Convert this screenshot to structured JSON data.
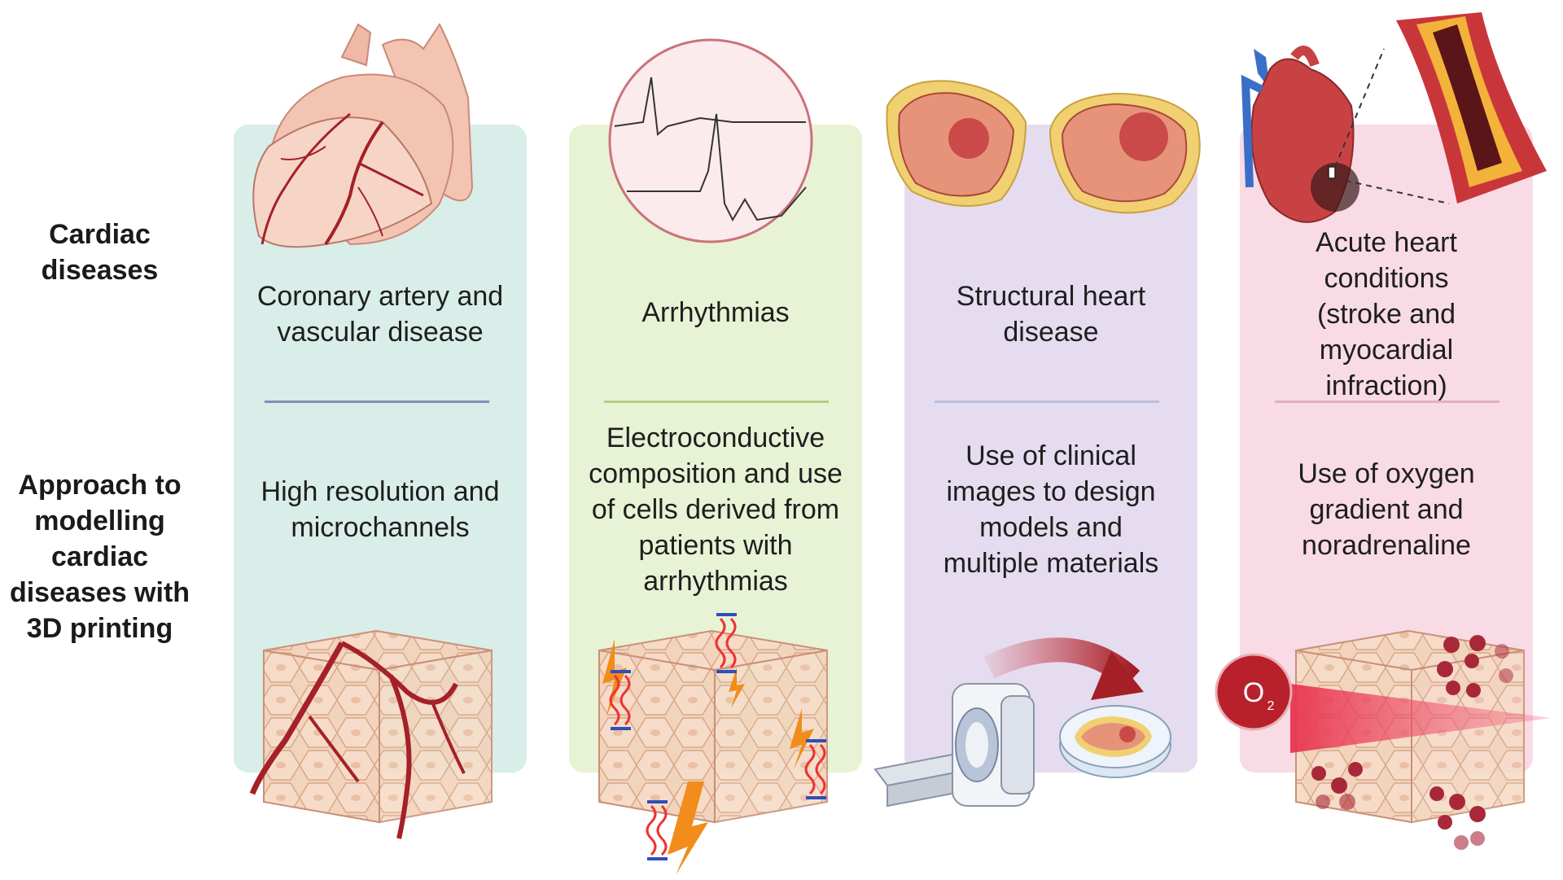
{
  "row_labels": {
    "diseases": "Cardiac diseases",
    "approach": "Approach to modelling cardiac diseases with 3D printing"
  },
  "columns": [
    {
      "disease": "Coronary artery and vascular disease",
      "approach": "High resolution and microchannels",
      "panel_color": "#d9ede9",
      "divider_color": "#8090b8"
    },
    {
      "disease": "Arrhythmias",
      "approach": "Electroconductive composition and use of cells derived from patients with arrhythmias",
      "panel_color": "#e8f2d5",
      "divider_color": "#b5cc85"
    },
    {
      "disease": "Structural heart disease",
      "approach": "Use of clinical images to design models and multiple materials",
      "panel_color": "#e6dcef",
      "divider_color": "#b8bedd"
    },
    {
      "disease": "Acute heart conditions (stroke and myocardial infraction)",
      "approach": "Use of oxygen gradient and noradrenaline",
      "panel_color": "#f8dbe5",
      "divider_color": "#e2b0bc"
    }
  ],
  "oxygen_label": "O",
  "oxygen_subscript": "2"
}
